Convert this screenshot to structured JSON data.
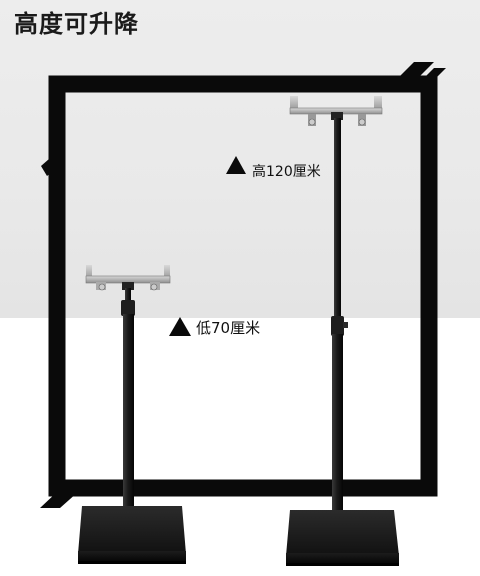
{
  "title": "高度可升降",
  "labels": {
    "high": "高120厘米",
    "low": "低70厘米"
  },
  "icons": {
    "up_arrow": "triangle-up-icon"
  },
  "colors": {
    "frame": "#0a0a0a",
    "stand": "#141414",
    "bracket": "#b5b5b5",
    "background_top": "#ebebeb",
    "background_bottom": "#ffffff"
  }
}
